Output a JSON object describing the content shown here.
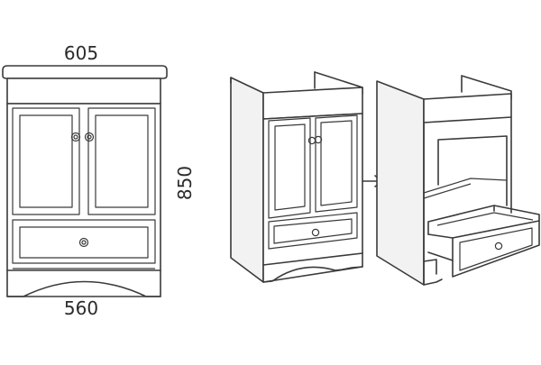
{
  "dimensions": {
    "top_width": "605",
    "height": "850",
    "base_width": "560"
  },
  "arrow_icon": "arrow-right-icon",
  "colors": {
    "line": "#3a3a3a",
    "background": "#ffffff"
  }
}
